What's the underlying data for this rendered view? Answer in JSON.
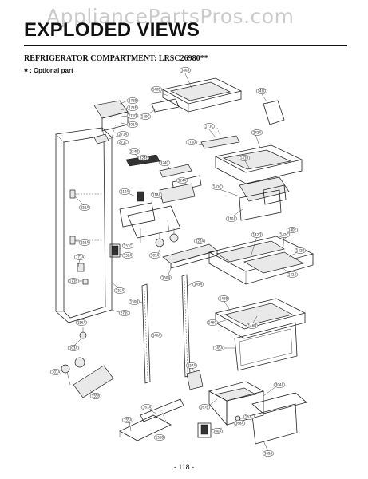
{
  "watermark": "AppliancePartsPros.com",
  "header": {
    "title": "EXPLODED VIEWS",
    "subtitle": "REFRIGERATOR COMPARTMENT: LRSC26980**",
    "note_star": "*",
    "note_text": ": Optional part"
  },
  "footer": {
    "page_number": "- 118 -"
  },
  "part_labels": {
    "shelf_top": "140A",
    "shelf_glass": "140B",
    "shelf_frame": "140C",
    "shelf_trim": "140D",
    "cover_a": "271B",
    "cover_b": "271E",
    "cover_c": "271D",
    "cover_d": "802A",
    "ice_a": "271A",
    "ice_b": "271C",
    "bar_a": "171C",
    "bar_b": "171D",
    "drawer_a": "141A",
    "drawer_b": "141B",
    "drawer_c": "141C",
    "drawer_d": "110A",
    "tube_a": "324D",
    "tube_b": "324E",
    "tube_c": "324C",
    "tube_d": "324A",
    "lamp_a": "119A",
    "lamp_b": "118A",
    "cabinet_a": "151A",
    "cabinet_b": "152A",
    "cabinet_c": "171A",
    "cabinet_d": "171B",
    "cabinet_e": "271C",
    "cabinet_f": "103A",
    "cabinet_g": "153A",
    "module_a": "151C",
    "module_b": "152A",
    "module_c": "301A",
    "module_d": "150A",
    "module_e": "120A",
    "rail_a": "150B",
    "rail_b": "145A",
    "rail_c": "146A",
    "crisper_a": "140E",
    "crisper_b": "142D",
    "crisper_c": "142C",
    "crisper_d": "142B",
    "crisper_e": "142A",
    "pan_a": "146B",
    "pan_b": "146C",
    "pan_c": "146D",
    "pan_d": "145A",
    "foot_a": "156A",
    "foot_b": "301A",
    "foot_c": "155B",
    "bottom_a": "157A",
    "bottom_b": "167A",
    "bottom_c": "155A",
    "bottom_d": "156B",
    "bottom_e": "160A",
    "bottom_f": "167B",
    "bottom_g": "167C",
    "bottom_h": "168A",
    "bottom_i": "169A",
    "bottom_j": "304A"
  }
}
